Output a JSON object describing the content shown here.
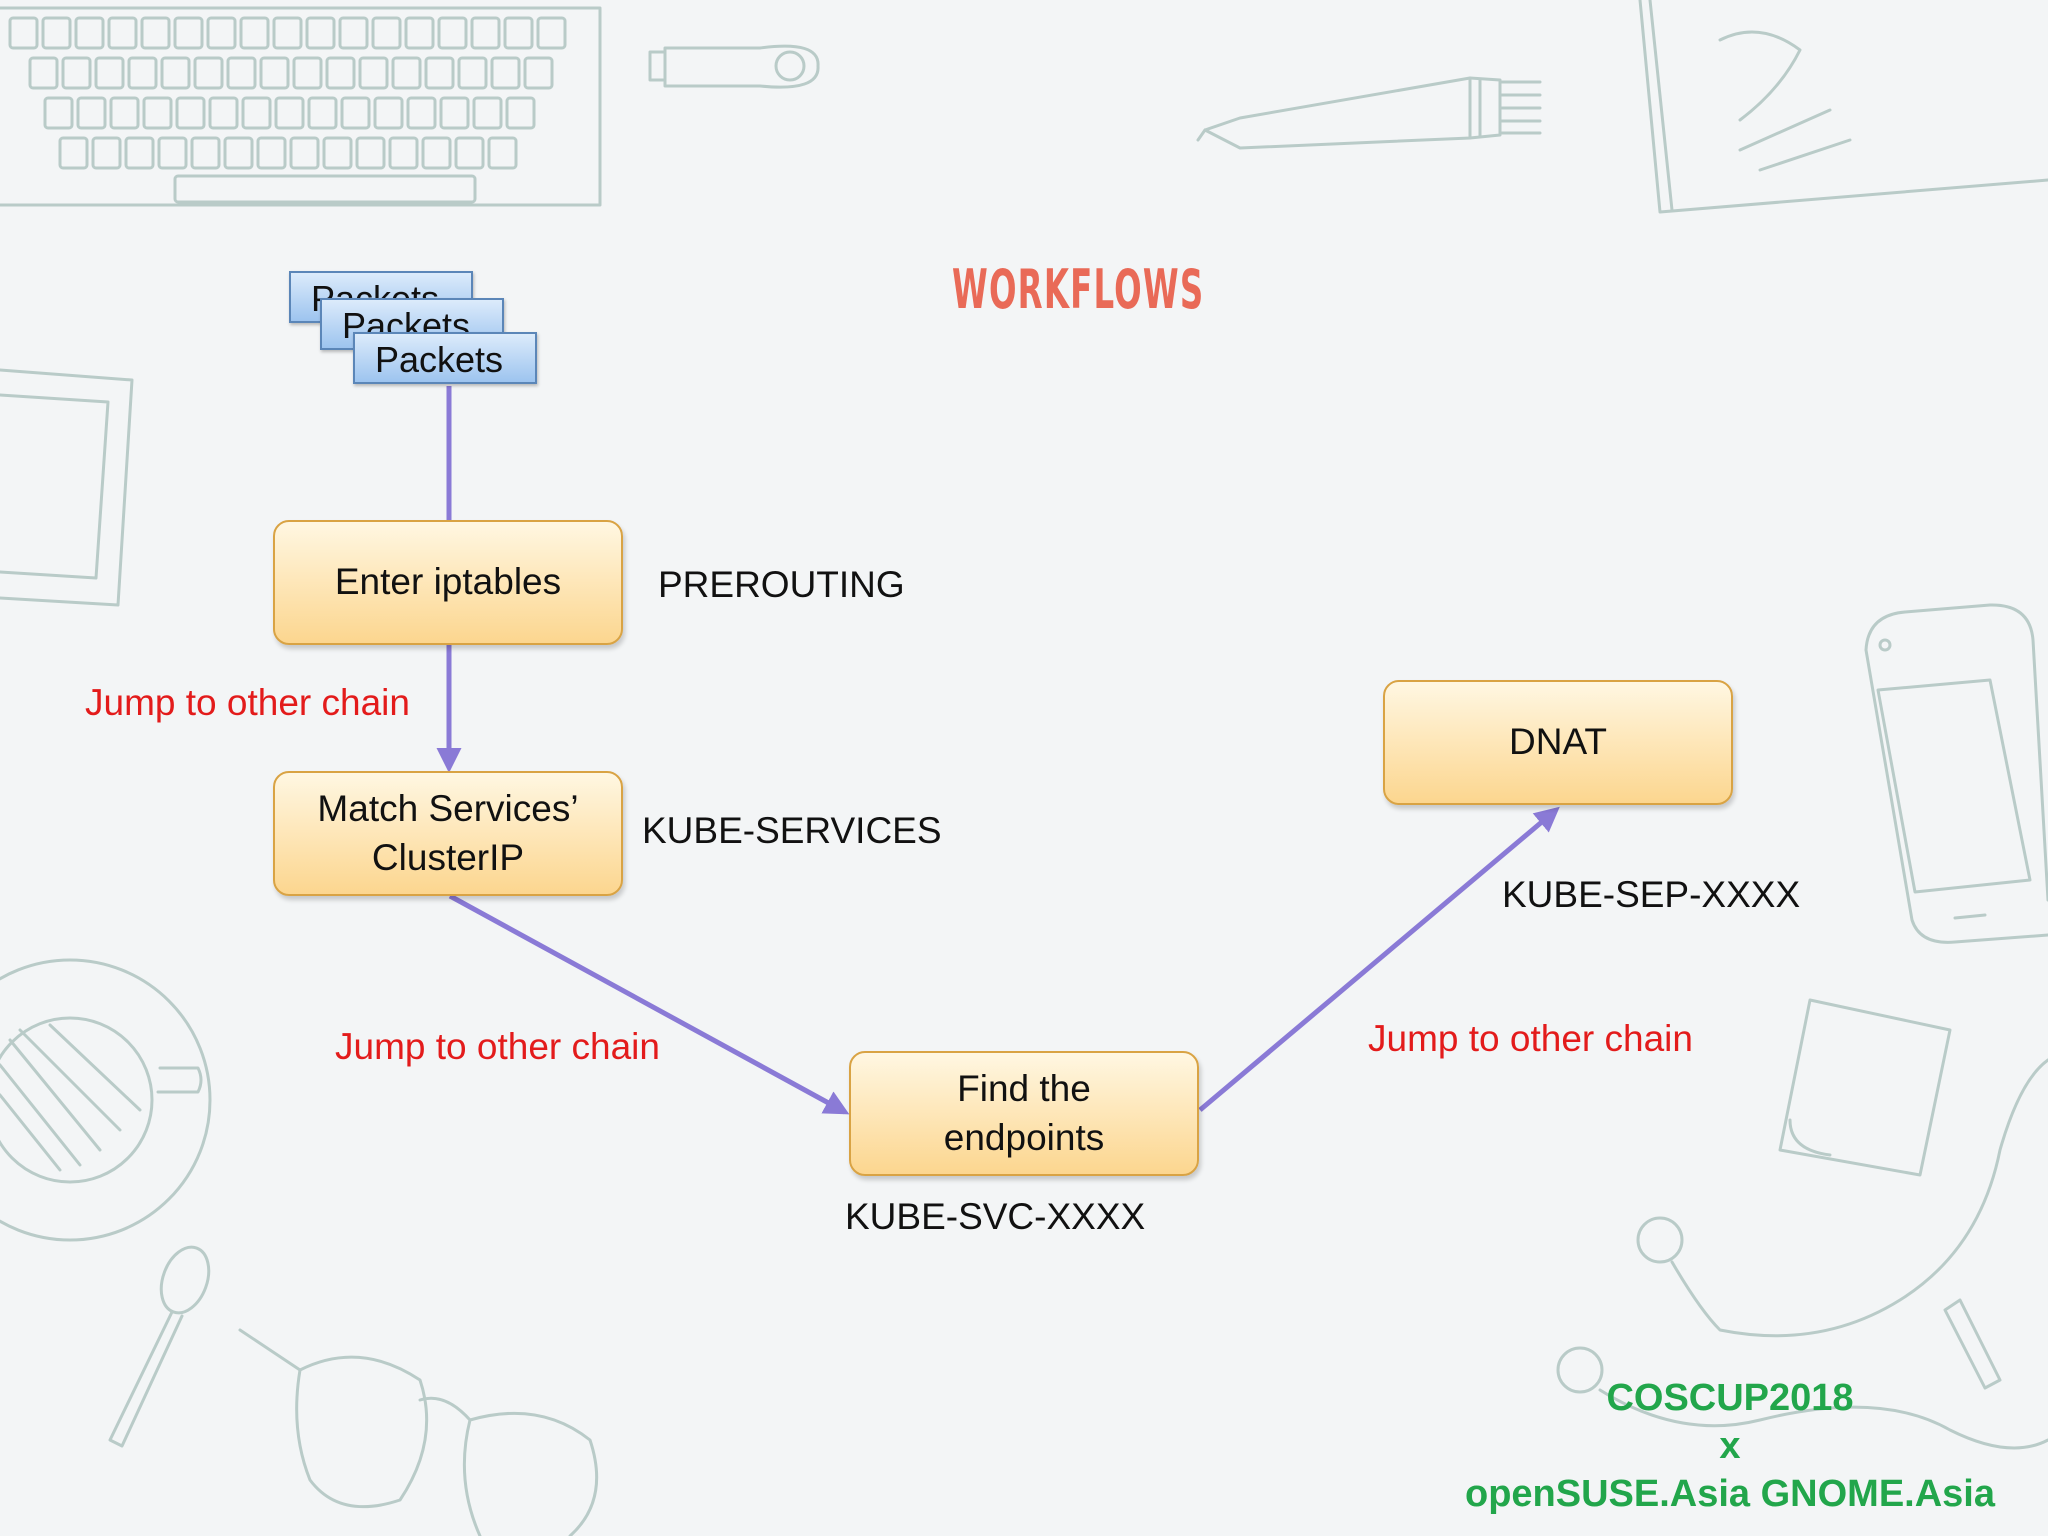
{
  "slide": {
    "title": "WORKFLOWS",
    "packets": [
      "Packets",
      "Packets",
      "Packets"
    ],
    "nodes": {
      "enter": "Enter iptables",
      "match_line1": "Match Services’",
      "match_line2": "ClusterIP",
      "find_line1": "Find the",
      "find_line2": "endpoints",
      "dnat": "DNAT"
    },
    "chains": {
      "prerouting": "PREROUTING",
      "kube_services": "KUBE-SERVICES",
      "kube_svc": "KUBE-SVC-XXXX",
      "kube_sep": "KUBE-SEP-XXXX"
    },
    "jumps": [
      "Jump to other chain",
      "Jump to other chain",
      "Jump to other chain"
    ],
    "footer": {
      "line1": "COSCUP2018",
      "line2": "x",
      "line3": "openSUSE.Asia GNOME.Asia"
    },
    "colors": {
      "title": "#e96a57",
      "arrow": "#8a7ad6",
      "jump_text": "#e31b1b",
      "footer": "#22a64b",
      "box_fill": "#fcd68f",
      "packet_fill": "#9dc4ef"
    }
  }
}
